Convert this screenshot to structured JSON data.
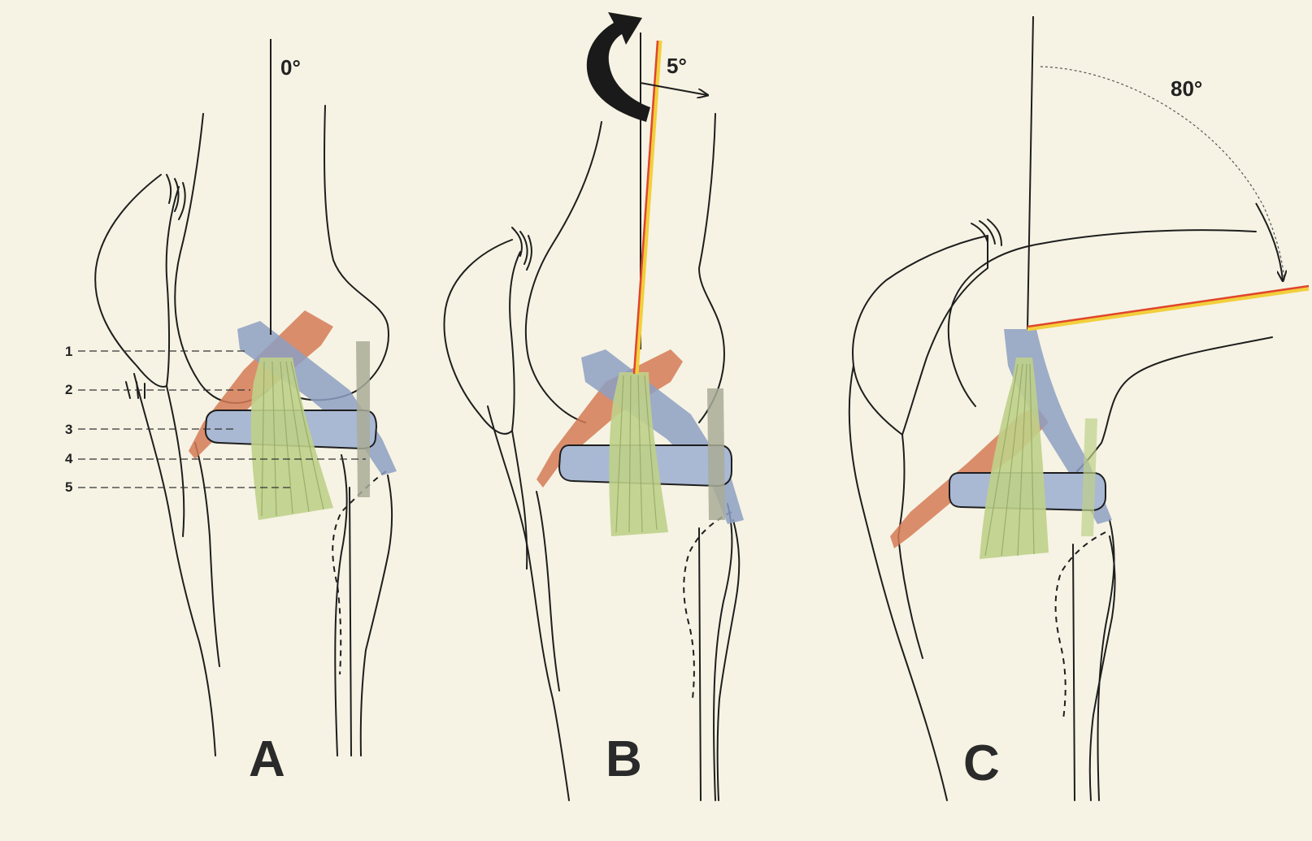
{
  "figure": {
    "panels": [
      {
        "letter": "A",
        "angle": "0°"
      },
      {
        "letter": "B",
        "angle": "5°"
      },
      {
        "letter": "C",
        "angle": "80°"
      }
    ],
    "legend_numbers": [
      "1",
      "2",
      "3",
      "4",
      "5"
    ],
    "colors": {
      "background": "#f6f3e4",
      "line": "#1e1e1e",
      "ligament_blue": "#8d9fc2",
      "ligament_red": "#d57a56",
      "ligament_green": "#bfd08a",
      "meniscus": "#a9b8d3",
      "fibula_ligament": "#a9ab98",
      "flexion_line_red": "#e0452c",
      "flexion_line_yellow": "#f2cf3c",
      "rotation_arrow": "#1a1a1a"
    },
    "icons": {
      "rotation": "curved-rotation-arrow-icon",
      "angle_arrow": "arrow-right-icon",
      "flexion_arrow": "arc-arrow-icon"
    }
  }
}
